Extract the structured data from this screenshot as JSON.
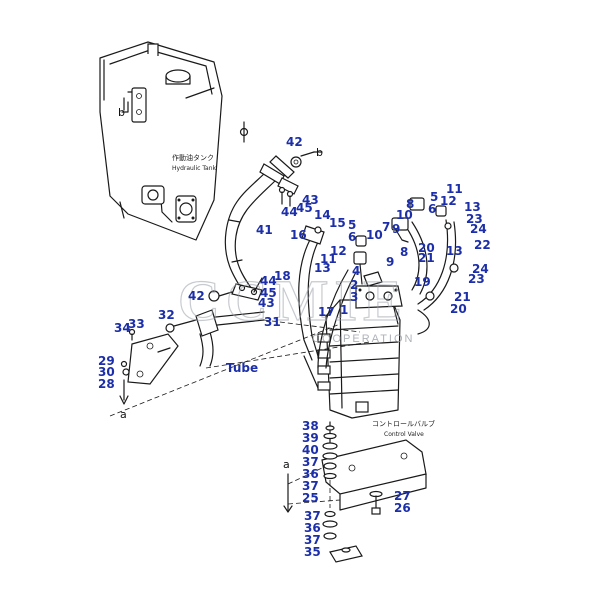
{
  "watermark": {
    "brand": "CCMIE",
    "sub": "COOPERATION"
  },
  "labels": {
    "tank_jp": "作動油タンク",
    "tank_en": "Hydraulic Tank",
    "valve_jp": "コントロールバルブ",
    "valve_en": "Control Valve",
    "tube": "Tube",
    "ref_a": "a",
    "ref_b": "b"
  },
  "part_numbers": {
    "n42_top": "42",
    "n43_top": "43",
    "n44_top": "44",
    "n45_top": "45",
    "n41": "41",
    "n14": "14",
    "n15": "15",
    "n16": "16",
    "n12_mid": "12",
    "n11_mid": "11",
    "n13_left": "13",
    "n5_left": "5",
    "n6_left": "6",
    "n10_left": "10",
    "n7": "7",
    "n8_top": "8",
    "n5_top": "5",
    "n6_top": "6",
    "n10_top": "10",
    "n9_top": "9",
    "n11_top": "11",
    "n12_top": "12",
    "n13_top": "13",
    "n23_top": "23",
    "n24_top": "24",
    "n22": "22",
    "n20_top": "20",
    "n21_top": "21",
    "n13_right": "13",
    "n24_right": "24",
    "n23_right": "23",
    "n21_right": "21",
    "n20_right": "20",
    "n9_mid": "9",
    "n8_mid": "8",
    "n4": "4",
    "n2": "2",
    "n3": "3",
    "n1": "1",
    "n17": "17",
    "n18": "18",
    "n19": "19",
    "n44_mid": "44",
    "n45_mid": "45",
    "n42_mid": "42",
    "n43_mid": "43",
    "n31": "31",
    "n32": "32",
    "n33": "33",
    "n34": "34",
    "n29": "29",
    "n30": "30",
    "n28": "28",
    "n38": "38",
    "n39": "39",
    "n40": "40",
    "n37_a": "37",
    "n36_a": "36",
    "n37_b": "37",
    "n25": "25",
    "n27": "27",
    "n26": "26",
    "n37_c": "37",
    "n36_b": "36",
    "n37_d": "37",
    "n35": "35"
  }
}
